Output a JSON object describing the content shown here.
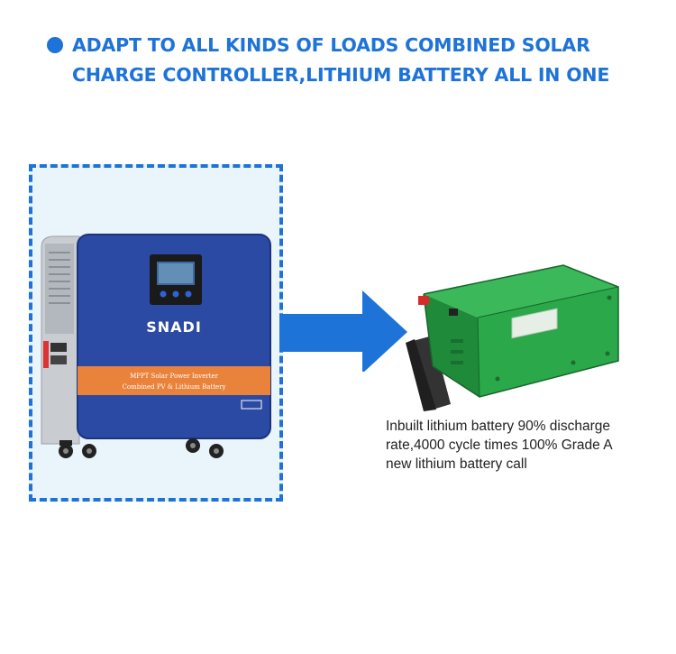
{
  "heading": {
    "line1": "ADAPT TO ALL KINDS OF LOADS COMBINED SOLAR",
    "line2": "CHARGE CONTROLLER,LITHIUM BATTERY ALL IN ONE"
  },
  "inverter": {
    "brand": "SNADI",
    "model_line1": "MPPT Solar Power Inverter",
    "model_line2": "Combined PV & Lithium Battery"
  },
  "caption": {
    "line1": "Inbuilt lithium battery 90% discharge",
    "line2": "rate,4000 cycle times 100% Grade A",
    "line3": "new lithium battery call"
  },
  "colors": {
    "accent": "#1e73d8",
    "inverter_panel": "#2b4aa3",
    "inverter_band": "#e9823a",
    "battery_green": "#2aa84a"
  }
}
